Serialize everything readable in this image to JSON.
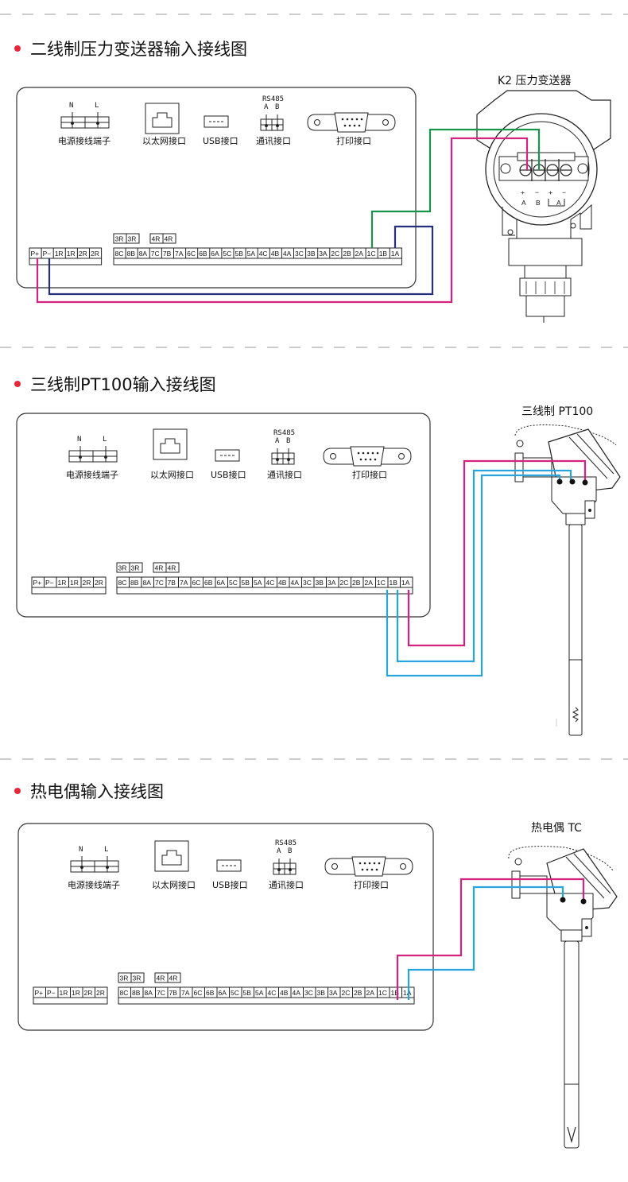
{
  "sections": [
    {
      "title": "二线制压力变送器输入接线图",
      "device_label": "K2 压力变送器",
      "device_terminals": [
        "+",
        "−",
        "+",
        "−"
      ],
      "device_terminal_sub": [
        "A",
        "B",
        "A"
      ]
    },
    {
      "title": "三线制PT100输入接线图",
      "device_label": "三线制 PT100"
    },
    {
      "title": "热电偶输入接线图",
      "device_label": "热电偶 TC"
    }
  ],
  "panel": {
    "power_label": "电源接线端子",
    "power_n": "N",
    "power_l": "L",
    "ethernet_label": "以太网接口",
    "usb_label": "USB接口",
    "rs485_label": "通讯接口",
    "rs485_title": "RS485",
    "rs485_a": "A",
    "rs485_b": "B",
    "print_label": "打印接口",
    "top_terms_1": [
      "3R",
      "3R"
    ],
    "top_terms_2": [
      "4R",
      "4R"
    ],
    "left_terms": [
      "P+",
      "P−",
      "1R",
      "1R",
      "2R",
      "2R"
    ],
    "right_terms": [
      "8C",
      "8B",
      "8A",
      "7C",
      "7B",
      "7A",
      "6C",
      "6B",
      "6A",
      "5C",
      "5B",
      "5A",
      "4C",
      "4B",
      "4A",
      "3C",
      "3B",
      "3A",
      "2C",
      "2B",
      "2A",
      "1C",
      "1B",
      "1A"
    ]
  },
  "colors": {
    "magenta": "#d4227f",
    "green": "#17944a",
    "navy": "#262f7e",
    "blue": "#27a4dc",
    "bullet": "#e6283a"
  }
}
